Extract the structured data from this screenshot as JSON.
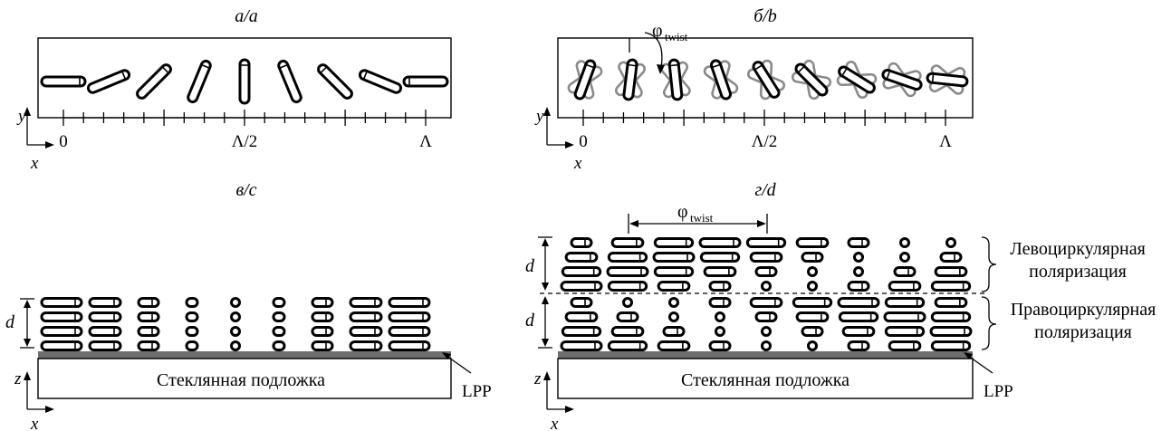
{
  "panels": {
    "a": {
      "label": "a/a"
    },
    "b": {
      "label": "б/b"
    },
    "c": {
      "label": "в/c"
    },
    "d": {
      "label": "г/d"
    }
  },
  "axes": {
    "x": "x",
    "y": "y",
    "z": "z"
  },
  "ticks": {
    "zero": "0",
    "half": "Λ/2",
    "full": "Λ"
  },
  "phi": {
    "base": "φ",
    "sub": "twist"
  },
  "dim_d": "d",
  "substrate": "Стеклянная подложка",
  "lpp": "LPP",
  "pol_left": {
    "line1": "Левоциркулярная",
    "line2": "поляризация"
  },
  "pol_right": {
    "line1": "Правоциркулярная",
    "line2": "поляризация"
  },
  "colors": {
    "rod_stroke": "#000000",
    "ghost_rod": "#8a8a8a",
    "lpp_layer": "#6e6e6e"
  }
}
